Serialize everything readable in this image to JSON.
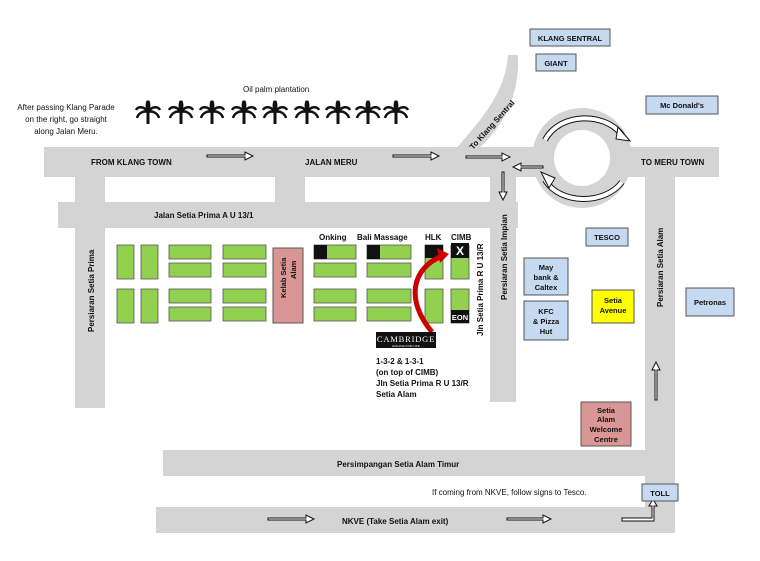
{
  "roads": {
    "jalan_meru": "JALAN MERU",
    "from_klang_town": "FROM KLANG TOWN",
    "to_meru_town": "TO MERU TOWN",
    "to_klang_sentral": "To Klang Sentral",
    "jalan_setia_prima": "Jalan Setia Prima A U 13/1",
    "persiaran_setia_prima": "Persiaran Setia Prima",
    "persiaran_setia_impian": "Persiaran Setia Impian",
    "jln_setia_prima_r": "Jln Setia Prima R U 13/R",
    "persiaran_setia_alam": "Persiaran Setia Alam",
    "persimpangan": "Persimpangan Setia Alam Timur",
    "nkve": "NKVE (Take Setia Alam exit)"
  },
  "places": {
    "klang_sentral": "KLANG SENTRAL",
    "giant": "GIANT",
    "mcdonalds": "Mc Donald's",
    "tesco": "TESCO",
    "maybank_caltex": [
      "May",
      "bank &",
      "Caltex"
    ],
    "kfc_pizza": [
      "KFC",
      "& Pizza",
      "Hut"
    ],
    "setia_avenue": [
      "Setia",
      "Avenue"
    ],
    "petronas": "Petronas",
    "welcome_centre": [
      "Setia",
      "Alam",
      "Welcome",
      "Centre"
    ],
    "toll": "TOLL",
    "kelab": [
      "Kelab Setia",
      "Alam"
    ],
    "onking": "Onking",
    "bali_massage": "Bali Massage",
    "hlk": "HLK",
    "cimb": "CIMB",
    "eon": "EON",
    "cambridge": "CAMBRIDGE",
    "cambridge_sub": "ENGLISH FOR LIFE",
    "x_marker": "X"
  },
  "notes": {
    "oil_palm": "Oil palm plantation",
    "after_passing": [
      "After passing Klang Parade",
      "on the right, go straight",
      "along Jalan Meru."
    ],
    "address": [
      "1-3-2 & 1-3-1",
      "(on top of CIMB)",
      "Jln Setia Prima R U 13/R",
      "Setia Alam"
    ],
    "nkve_note": "If coming from NKVE, follow signs to Tesco."
  },
  "colors": {
    "road": "#d4d4d4",
    "shop": "#92d050",
    "blue_box": "#c5d9f1",
    "pink_box": "#d99694",
    "yellow_box": "#ffff00",
    "arrow_red": "#cc0000"
  }
}
